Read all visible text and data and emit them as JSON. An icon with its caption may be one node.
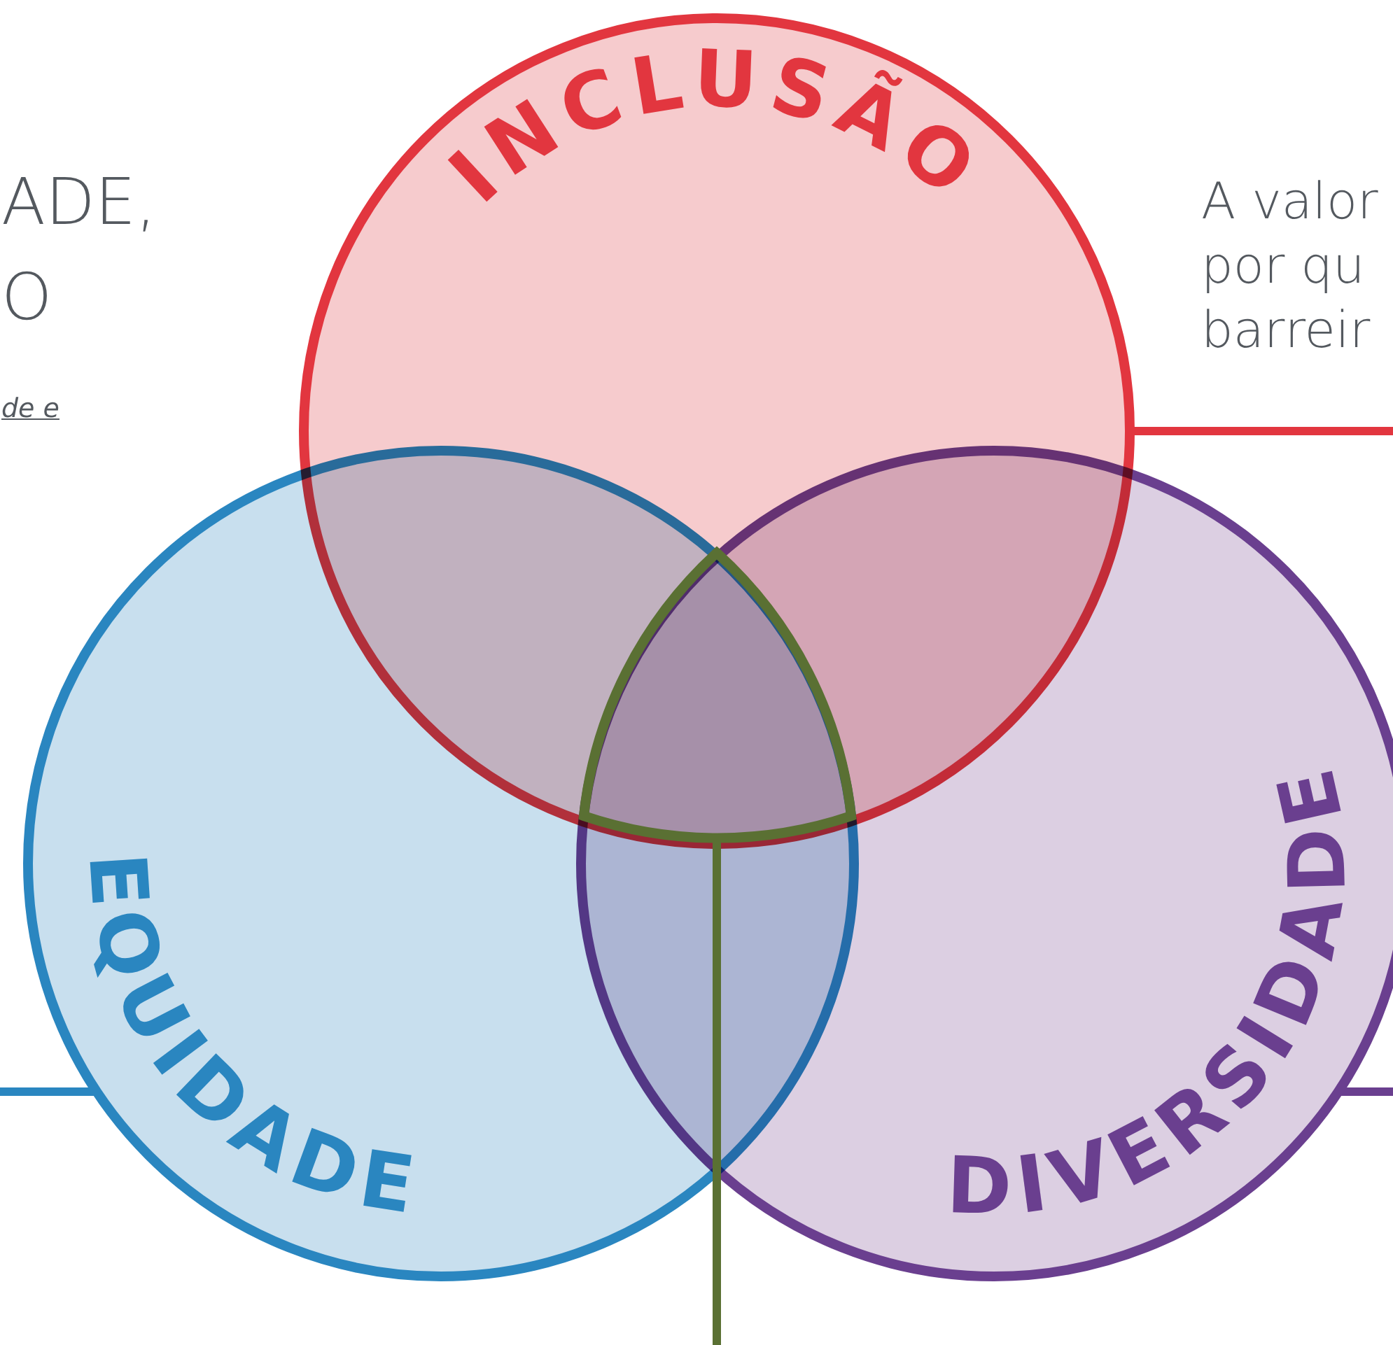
{
  "diagram": {
    "nodes": [
      {
        "text": [
          "INCLUSÃO"
        ]
      },
      {
        "text": [
          "EQUIDADE"
        ]
      },
      {
        "text": [
          "DIVERSIDADE"
        ]
      },
      {
        "text": [],
        "shape": "lens"
      }
    ],
    "edges": [
      {
        "from": 0,
        "to": null,
        "arrow": "none",
        "color": "#e2363f"
      },
      {
        "from": 1,
        "to": null,
        "arrow": "none",
        "color": "#2a86c0"
      },
      {
        "from": 2,
        "to": null,
        "arrow": "none",
        "color": "#6a3f8f"
      },
      {
        "from": 3,
        "to": null,
        "arrow": "none",
        "color": "#5a7033"
      }
    ],
    "labels": [
      "ADE,",
      "O",
      "de e",
      "A valor",
      "por qu",
      "barreir"
    ]
  }
}
